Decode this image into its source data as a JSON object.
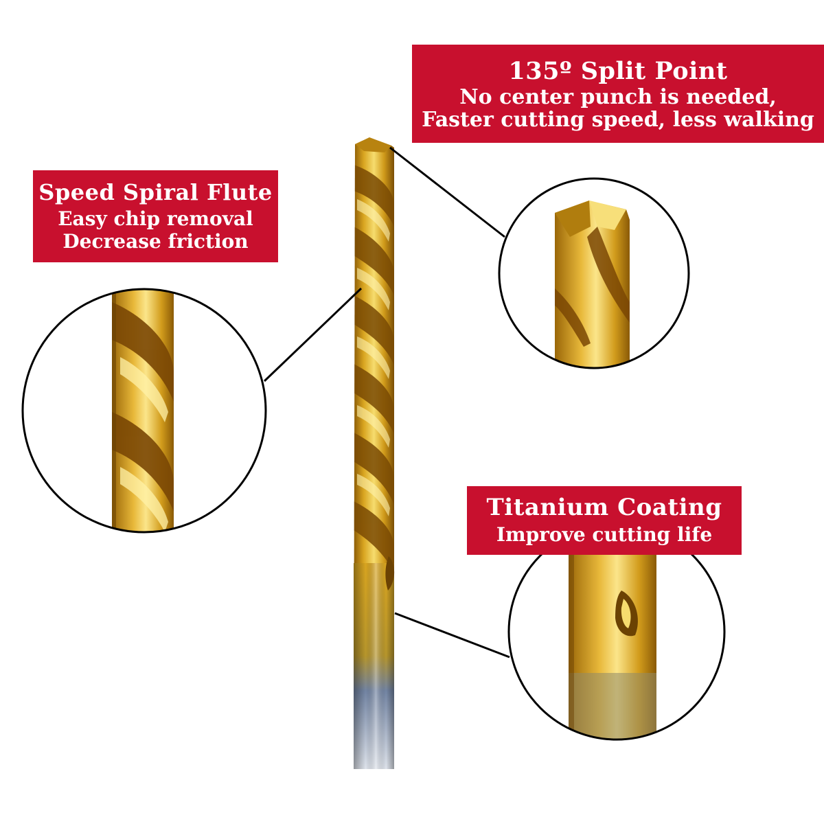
{
  "callouts": {
    "split_point": {
      "title": "135º Split Point",
      "line1": "No center punch is needed,",
      "line2": "Faster cutting speed, less walking"
    },
    "spiral_flute": {
      "title": "Speed Spiral Flute",
      "line1": "Easy chip removal",
      "line2": "Decrease friction"
    },
    "titanium_coating": {
      "title": "Titanium Coating",
      "line1": "Improve cutting life"
    }
  },
  "colors": {
    "label_background": "#c8102e",
    "label_text": "#ffffff",
    "gold": "#d9a520",
    "gold_light": "#f6dc6e",
    "gold_dark": "#8a5a06",
    "steel_blue": "#6f84a6",
    "outline": "#000000"
  }
}
